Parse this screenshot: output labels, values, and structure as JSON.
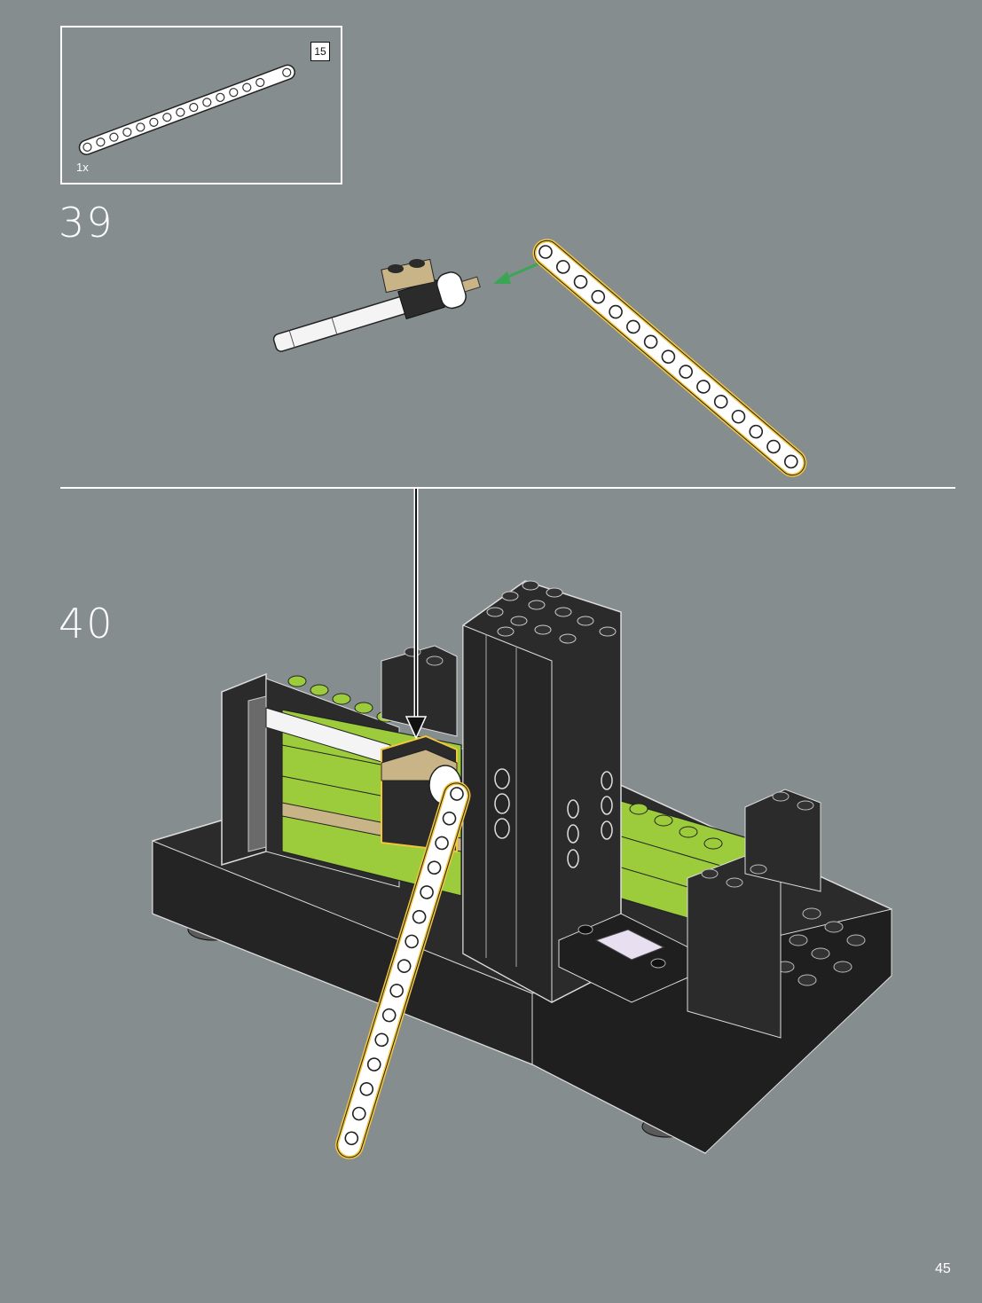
{
  "parts_list": {
    "items": [
      {
        "length_label": "15",
        "quantity": "1x",
        "color": "#ffffff"
      }
    ]
  },
  "steps": [
    {
      "number": "39"
    },
    {
      "number": "40"
    }
  ],
  "page_number": "45",
  "colors": {
    "background": "#868d8e",
    "part_white": "#ffffff",
    "highlight_outline": "#f2c63a",
    "assembly_arrow": "#3aa655",
    "brick_black": "#2b2b2b",
    "brick_lime": "#9ccc3c",
    "brick_tan": "#c9b487"
  }
}
